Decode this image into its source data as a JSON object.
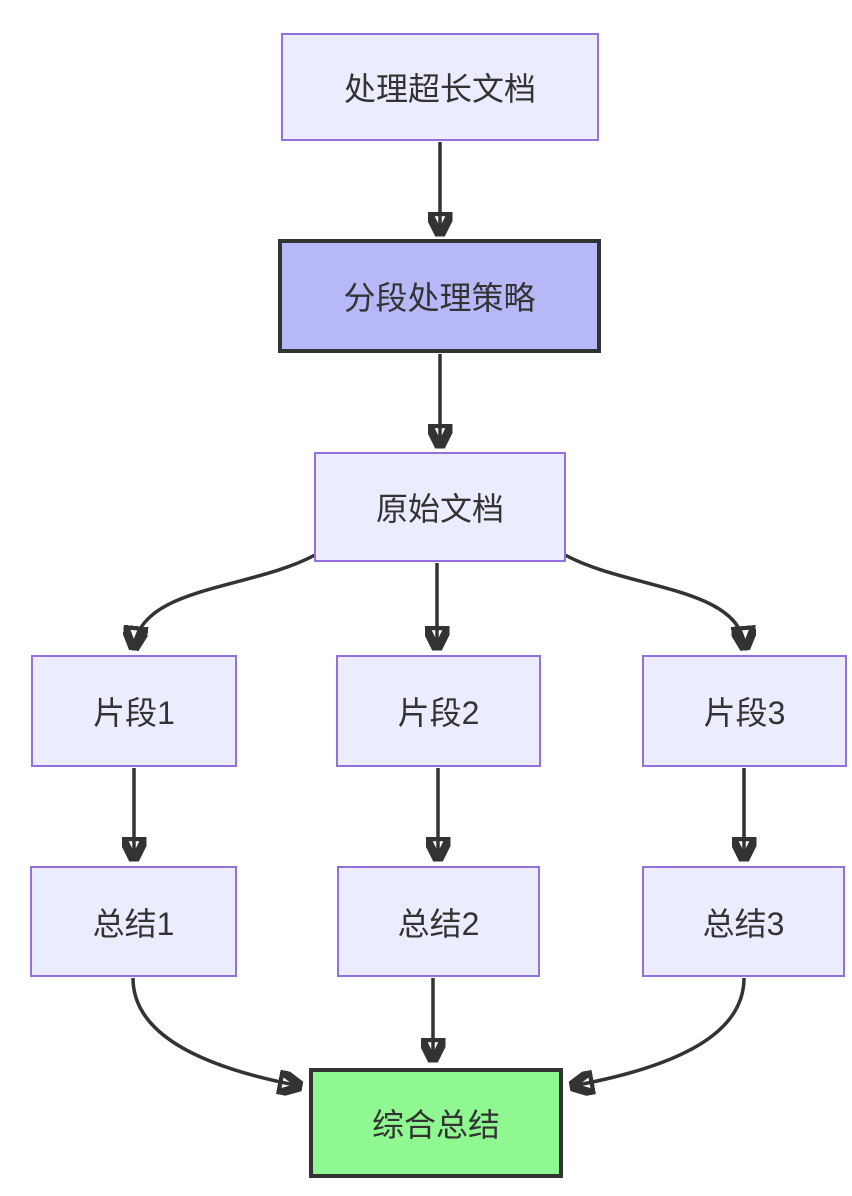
{
  "diagram": {
    "type": "flowchart",
    "direction": "top-down",
    "nodes": [
      {
        "id": "A",
        "label": "处理超长文档",
        "role": "default"
      },
      {
        "id": "B",
        "label": "分段处理策略",
        "role": "emphasis"
      },
      {
        "id": "C",
        "label": "原始文档",
        "role": "default"
      },
      {
        "id": "D1",
        "label": "片段1",
        "role": "default"
      },
      {
        "id": "D2",
        "label": "片段2",
        "role": "default"
      },
      {
        "id": "D3",
        "label": "片段3",
        "role": "default"
      },
      {
        "id": "E1",
        "label": "总结1",
        "role": "default"
      },
      {
        "id": "E2",
        "label": "总结2",
        "role": "default"
      },
      {
        "id": "E3",
        "label": "总结3",
        "role": "default"
      },
      {
        "id": "F",
        "label": "综合总结",
        "role": "result"
      }
    ],
    "edges": [
      {
        "from": "处理超长文档",
        "to": "分段处理策略"
      },
      {
        "from": "分段处理策略",
        "to": "原始文档"
      },
      {
        "from": "原始文档",
        "to": "片段1"
      },
      {
        "from": "原始文档",
        "to": "片段2"
      },
      {
        "from": "原始文档",
        "to": "片段3"
      },
      {
        "from": "片段1",
        "to": "总结1"
      },
      {
        "from": "片段2",
        "to": "总结2"
      },
      {
        "from": "片段3",
        "to": "总结3"
      },
      {
        "from": "总结1",
        "to": "综合总结"
      },
      {
        "from": "总结2",
        "to": "综合总结"
      },
      {
        "from": "总结3",
        "to": "综合总结"
      }
    ],
    "colors": {
      "background": "#FFFFFF",
      "node_fill": "#ECECFF",
      "node_border": "#9370DB",
      "emphasis_fill": "#B7B8F7",
      "emphasis_border": "#333333",
      "result_fill": "#90F890",
      "result_border": "#333333",
      "edge": "#333333",
      "text": "#333333"
    }
  }
}
